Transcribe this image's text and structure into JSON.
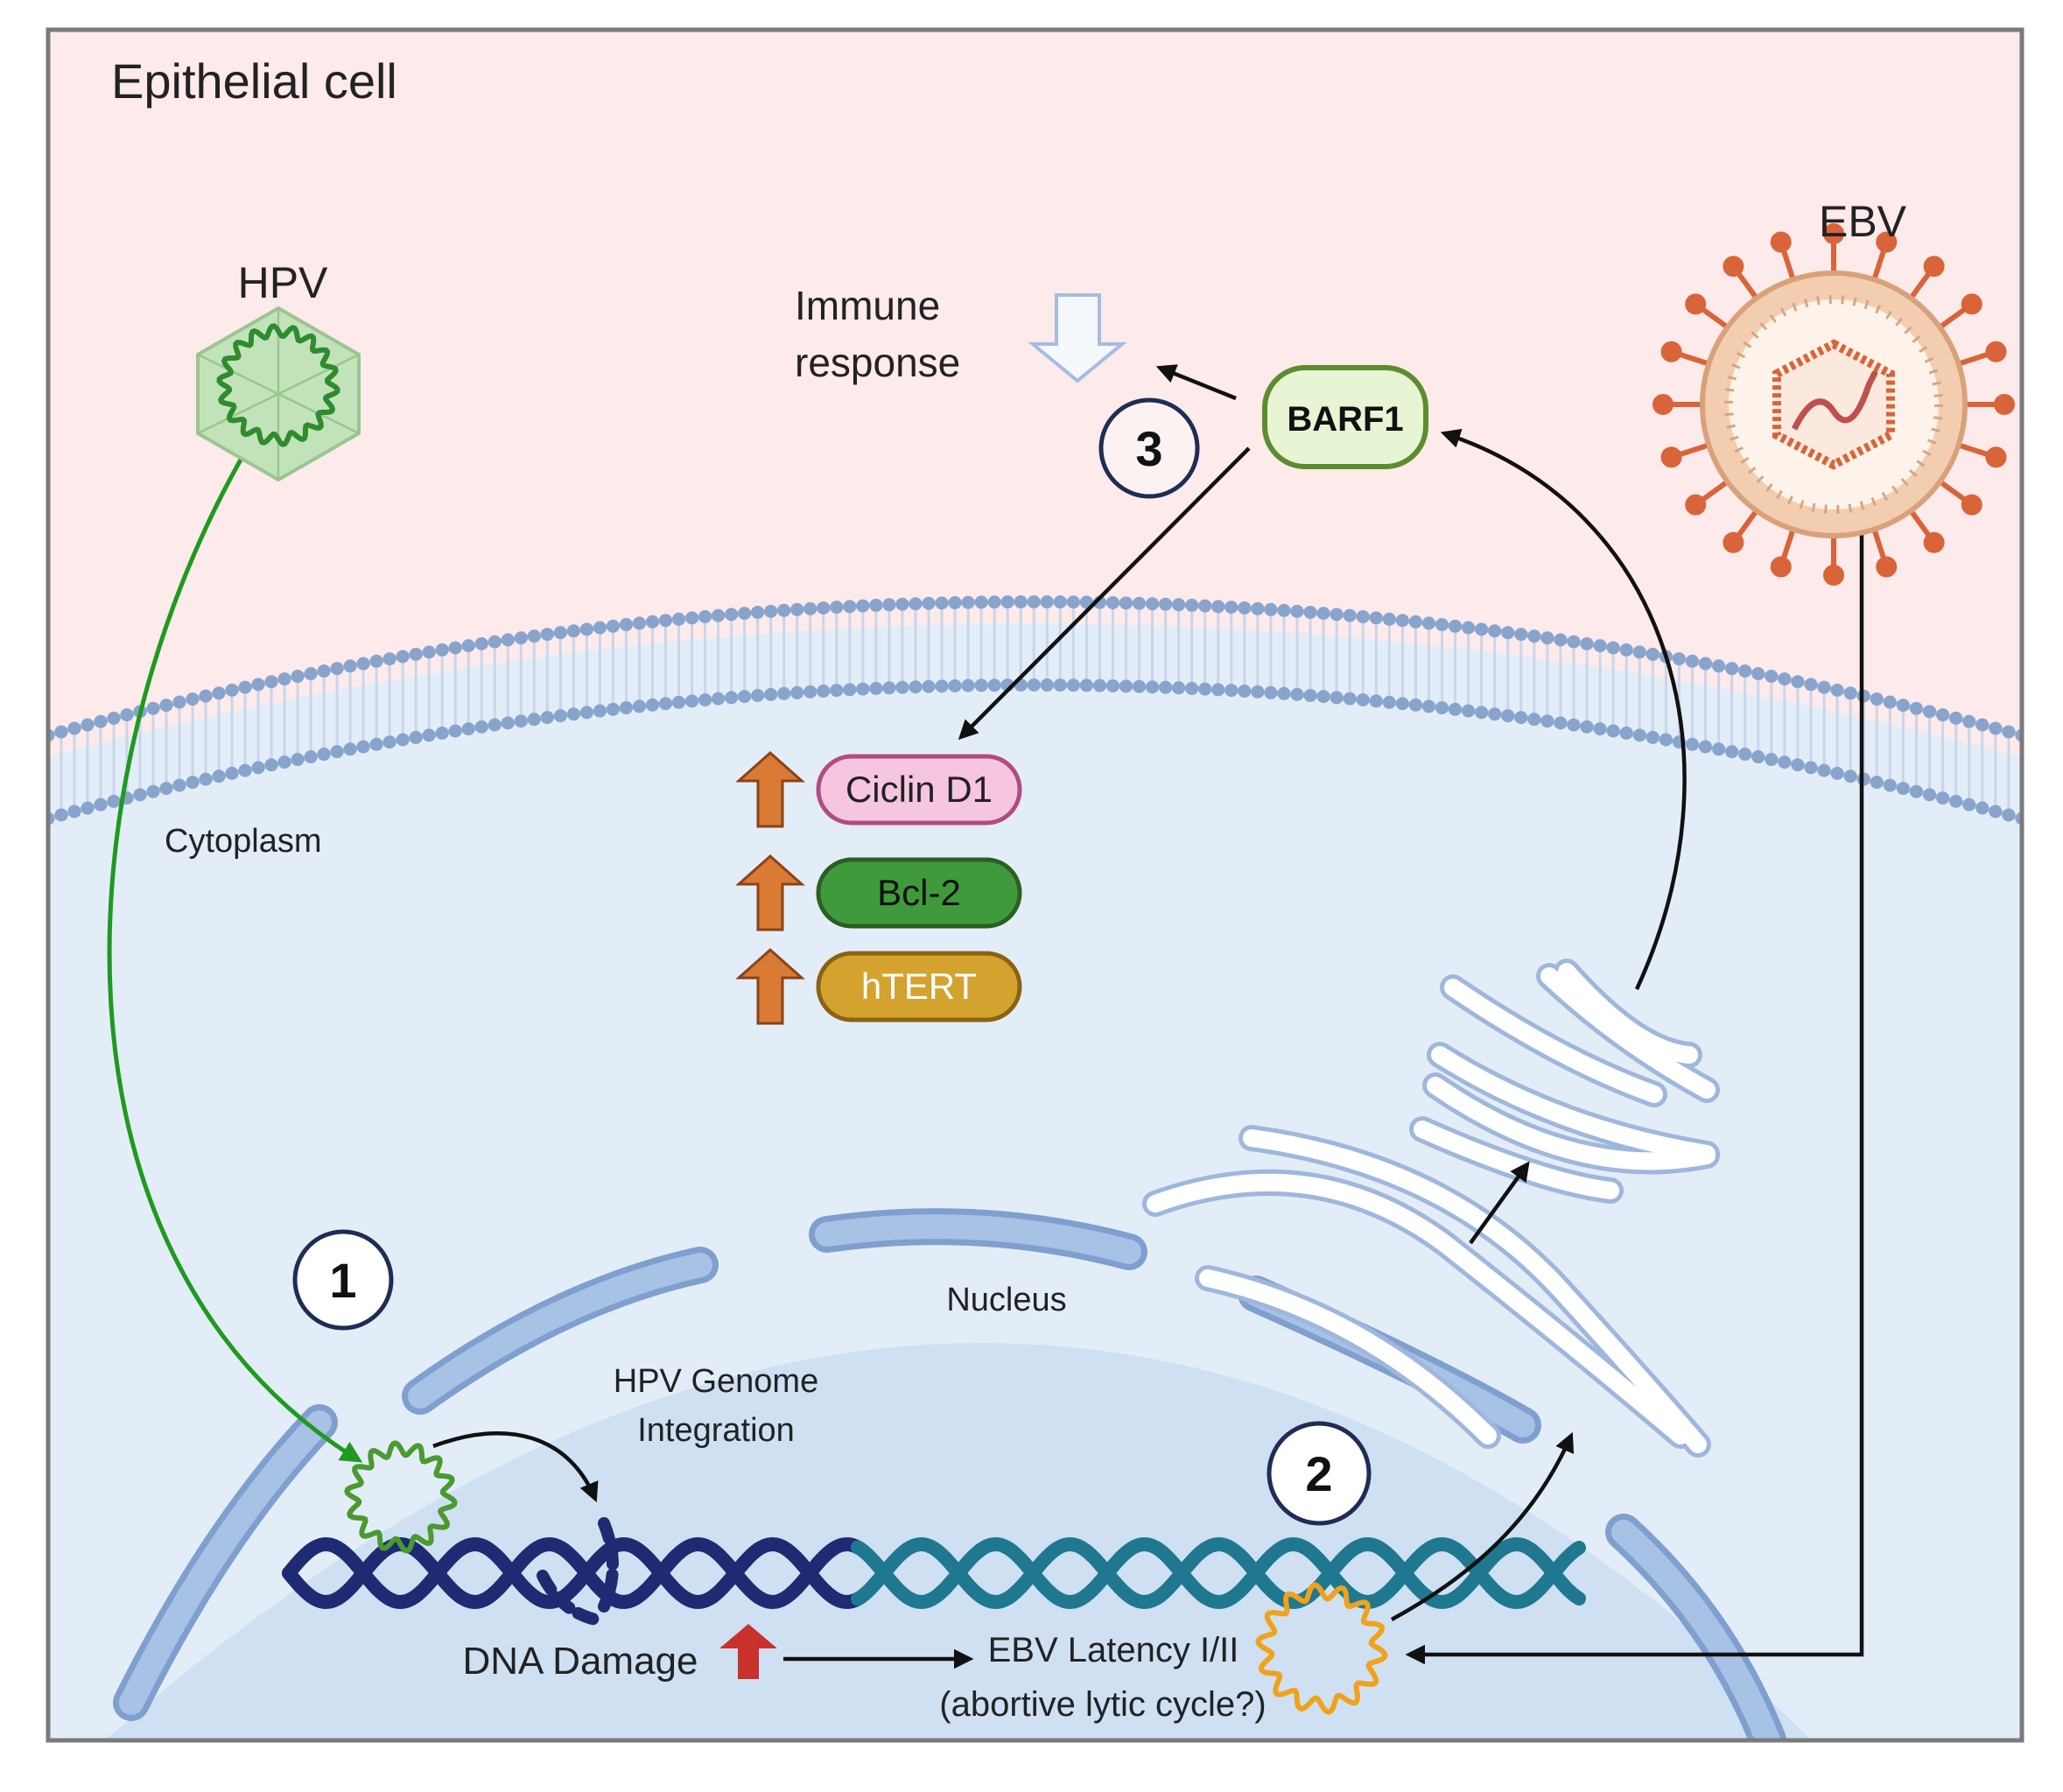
{
  "labels": {
    "cell": "Epithelial cell",
    "hpv": "HPV",
    "ebv": "EBV",
    "immune_line1": "Immune",
    "immune_line2": "response",
    "barf1": "BARF1",
    "cytoplasm": "Cytoplasm",
    "nucleus": "Nucleus",
    "integration_line1": "HPV Genome",
    "integration_line2": "Integration",
    "dna_damage": "DNA Damage",
    "latency_line1": "EBV Latency I/II",
    "latency_line2": "(abortive lytic cycle?)"
  },
  "steps": [
    "1",
    "2",
    "3"
  ],
  "proteins": [
    {
      "name": "Ciclin D1",
      "fill": "#f6c6e0",
      "stroke": "#b04c80",
      "text": "#222222"
    },
    {
      "name": "Bcl-2",
      "fill": "#3f9a3c",
      "stroke": "#2c5f24",
      "text": "#111111"
    },
    {
      "name": "hTERT",
      "fill": "#d4a22f",
      "stroke": "#8a6312",
      "text": "#ffffff"
    }
  ],
  "colors": {
    "extracellular": "#fdeaea",
    "cytoplasm": "#e3edf8",
    "nucleus": "#cfe0f3",
    "membrane_head": "#88a4cc",
    "envelope": "#97b5de",
    "hpv_capsid": "#bfe2b8",
    "hpv_genome": "#2e8c2e",
    "ebv_spikes": "#d9643a",
    "ebv_episome": "#f0a21a",
    "up_arrow": "#d97a35",
    "dna_damage_arrow": "#c8322b",
    "dna_dark": "#1e2a72",
    "dna_teal": "#1f7890",
    "hpv_path": "#1f9a1f"
  }
}
